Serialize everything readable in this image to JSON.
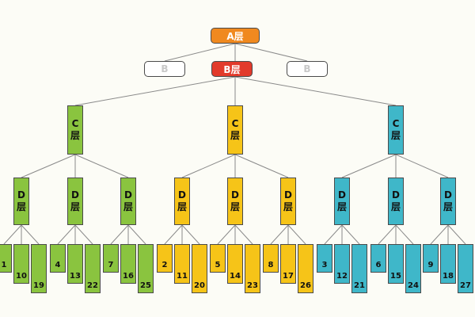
{
  "top": {
    "label": "A层"
  },
  "b_left": {
    "label": "B"
  },
  "b_center": {
    "label": "B层"
  },
  "b_right": {
    "label": "B"
  },
  "colors": {
    "orange": "#f0891f",
    "red": "#e23a2b",
    "green": "#8ac43f",
    "yellow": "#f6c418",
    "cyan": "#3fb7c9"
  },
  "groups": [
    {
      "color": "green",
      "c": [
        "C",
        "层"
      ],
      "d": [
        {
          "label": [
            "D",
            "层"
          ],
          "leaves": [
            "1",
            "10",
            "19"
          ]
        },
        {
          "label": [
            "D",
            "层"
          ],
          "leaves": [
            "4",
            "13",
            "22"
          ]
        },
        {
          "label": [
            "D",
            "层"
          ],
          "leaves": [
            "7",
            "16",
            "25"
          ]
        }
      ]
    },
    {
      "color": "yellow",
      "c": [
        "C",
        "层"
      ],
      "d": [
        {
          "label": [
            "D",
            "层"
          ],
          "leaves": [
            "2",
            "11",
            "20"
          ]
        },
        {
          "label": [
            "D",
            "层"
          ],
          "leaves": [
            "5",
            "14",
            "23"
          ]
        },
        {
          "label": [
            "D",
            "层"
          ],
          "leaves": [
            "8",
            "17",
            "26"
          ]
        }
      ]
    },
    {
      "color": "cyan",
      "c": [
        "C",
        "层"
      ],
      "d": [
        {
          "label": [
            "D",
            "层"
          ],
          "leaves": [
            "3",
            "12",
            "21"
          ]
        },
        {
          "label": [
            "D",
            "层"
          ],
          "leaves": [
            "6",
            "15",
            "24"
          ]
        },
        {
          "label": [
            "D",
            "层"
          ],
          "leaves": [
            "9",
            "18",
            "27"
          ]
        }
      ]
    }
  ]
}
